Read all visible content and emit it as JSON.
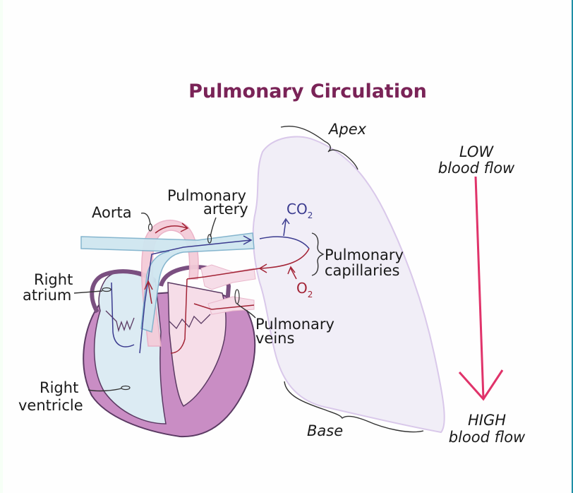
{
  "title": "Pulmonary Circulation",
  "labels": {
    "aorta": "Aorta",
    "pulmonary_artery": [
      "Pulmonary",
      "artery"
    ],
    "right_atrium": [
      "Right",
      "atrium"
    ],
    "right_ventricle": [
      "Right",
      "ventricle"
    ],
    "pulmonary_veins": [
      "Pulmonary",
      "veins"
    ],
    "pulmonary_capillaries": [
      "Pulmonary",
      "capillaries"
    ],
    "apex": "Apex",
    "base": "Base",
    "co2": "CO",
    "co2_sub": "2",
    "o2": "O",
    "o2_sub": "2",
    "low_flow": [
      "LOW",
      "blood flow"
    ],
    "high_flow": [
      "HIGH",
      "blood flow"
    ]
  },
  "colors": {
    "title": "#7a2357",
    "deoxygenated": "#3b3b8f",
    "oxygenated": "#a32436",
    "flow_arrow": "#e0336a",
    "lung_fill": "#f1eef7",
    "lung_outline": "#d9c8ea",
    "heart_wall": "#c98dc4",
    "right_heart": "#dcebf3",
    "left_heart": "#f6dde8"
  }
}
